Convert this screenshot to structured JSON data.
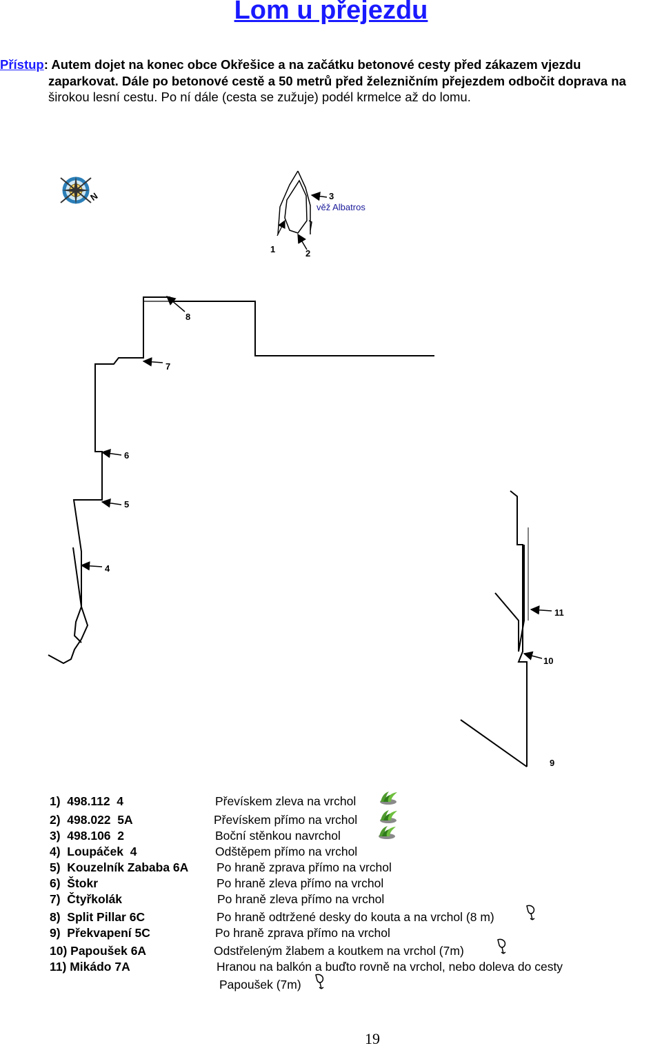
{
  "page": {
    "title": "Lom u přejezdu",
    "access_label": "Přístup",
    "access_text_1": ": Autem dojet na konec obce Okřešice a na začátku betonové cesty před zákazem vjezdu",
    "access_text_2": "zaparkovat. Dále po betonové cestě a 50 metrů před železničním přejezdem odbočit doprava na",
    "access_text_3": "širokou lesní cestu. Po ní dále (cesta se zužuje) podél krmelce až do lomu.",
    "page_number": "19"
  },
  "topo": {
    "compass_label": "N",
    "labels": {
      "r1": "1",
      "r2": "2",
      "r3": "3",
      "tower": "věž Albatros",
      "r4": "4",
      "r5": "5",
      "r6": "6",
      "r7": "7",
      "r8": "8",
      "r9": "9",
      "r10": "10",
      "r11": "11"
    }
  },
  "routes": [
    {
      "num": "1)  498.112  4",
      "desc": "Převískem zleva na vrchol",
      "icon": "grass-icon"
    },
    {
      "num": "2)  498.022  5A",
      "desc": "Převískem přímo na vrchol",
      "icon": "grass-icon"
    },
    {
      "num": "3)  498.106  2",
      "desc": "Boční stěnkou navrchol",
      "icon": "grass-icon"
    },
    {
      "num": "4)  Loupáček  4",
      "desc": "Odštěpem přímo na vrchol",
      "icon": ""
    },
    {
      "num": "5)  Kouzelník Zababa 6A",
      "desc": "Po hraně zprava přímo na vrchol",
      "icon": ""
    },
    {
      "num": "6)  Štokr",
      "desc": "Po hraně zleva přímo na vrchol",
      "icon": ""
    },
    {
      "num": "7)  Čtyřkolák",
      "desc": "Po hraně zleva přímo na vrchol",
      "icon": ""
    },
    {
      "num": "8)  Split Pillar 6C",
      "desc": "Po hraně odtržené desky do kouta a na vrchol (8 m)",
      "icon": "rappel-icon"
    },
    {
      "num": "9)  Překvapení 5C",
      "desc": "Po hraně zprava přímo na vrchol",
      "icon": ""
    },
    {
      "num": "10) Papoušek 6A",
      "desc": "Odstřeleným žlabem a koutkem na vrchol (7m)",
      "icon": "rappel-icon"
    },
    {
      "num": "11) Mikádo 7A",
      "desc": "Hranou na balkón a buďto rovně na vrchol, nebo doleva do cesty",
      "icon": ""
    }
  ],
  "route_11_cont": "Papoušek (7m)",
  "colors": {
    "title": "#1a1aff",
    "grass": "#4f9a2e",
    "compass_ring": "#2b7fb8"
  }
}
